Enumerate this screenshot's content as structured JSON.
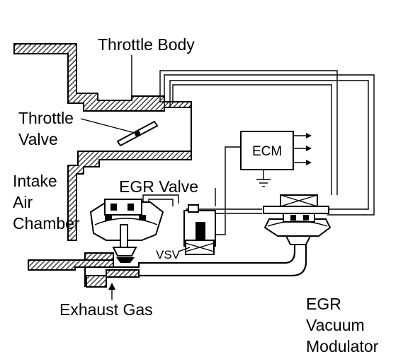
{
  "labels": {
    "throttle_body": "Throttle Body",
    "throttle_valve_1": "Throttle",
    "throttle_valve_2": "Valve",
    "intake_1": "Intake",
    "intake_2": "Air",
    "intake_3": "Chamber",
    "egr_valve": "EGR Valve",
    "ecm": "ECM",
    "vsv": "VSV",
    "exhaust_gas": "Exhaust Gas",
    "modulator_1": "EGR",
    "modulator_2": "Vacuum",
    "modulator_3": "Modulator"
  }
}
